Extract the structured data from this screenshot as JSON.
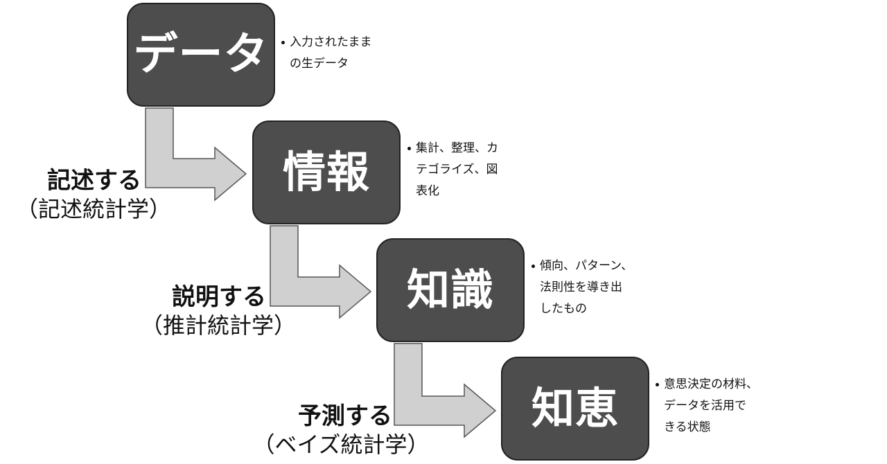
{
  "stages": [
    {
      "label": "データ",
      "notes": [
        "入力されたまま\nの生データ"
      ]
    },
    {
      "label": "情報",
      "notes": [
        "集計、整理、カ\nテゴライズ、図\n表化"
      ]
    },
    {
      "label": "知識",
      "notes": [
        "傾向、パターン、\n法則性を導き出\nしたもの"
      ]
    },
    {
      "label": "知恵",
      "notes": [
        "意思決定の材料、\nデータを活用で\nきる状態"
      ]
    }
  ],
  "transitions": [
    {
      "verb": "記述する",
      "method": "（記述統計学）"
    },
    {
      "verb": "説明する",
      "method": "（推計統計学）"
    },
    {
      "verb": "予測する",
      "method": "（ベイズ統計学）"
    }
  ],
  "colors": {
    "box_fill": "#4d4d4d",
    "box_text": "#ffffff",
    "arrow_fill": "#d0d0d0",
    "arrow_stroke": "#555555"
  }
}
